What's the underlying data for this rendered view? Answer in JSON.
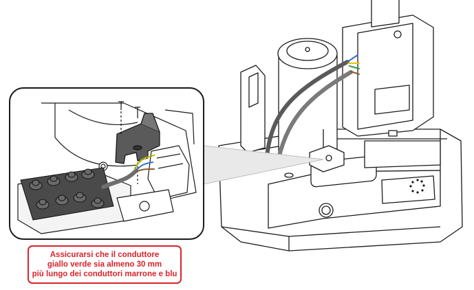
{
  "colors": {
    "warning_red": "#d8232a",
    "wire_yellow": "#e8c400",
    "wire_green": "#2e9e3a",
    "wire_blue": "#2f6fd0",
    "wire_brown": "#8a5a2b",
    "cable_gray": "#6e6e6e"
  },
  "warning": {
    "lines": [
      "Assicurarsi che il conduttore",
      "giallo verde sia almeno 30 mm",
      "più lungo dei conduttori marrone e blu"
    ]
  }
}
